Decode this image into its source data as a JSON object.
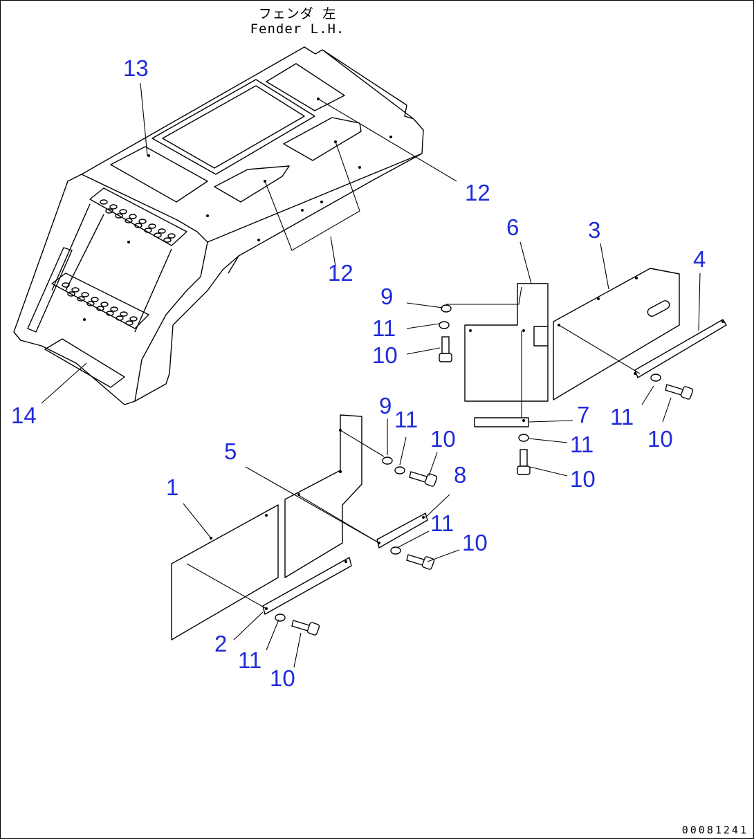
{
  "title_jp": "フェンダ 左",
  "title_en": "Fender L.H.",
  "doc_code": "00081241",
  "callout_color": "#1f2bd8",
  "callouts": {
    "c13": "13",
    "c12a": "12",
    "c12b": "12",
    "c14": "14",
    "c6": "6",
    "c3": "3",
    "c4": "4",
    "c9a": "9",
    "c11a": "11",
    "c10a": "10",
    "c11b": "11",
    "c10b": "10",
    "c7": "7",
    "c11c": "11",
    "c10c": "10",
    "c9b": "9",
    "c11d": "11",
    "c10d": "10",
    "c5": "5",
    "c8": "8",
    "c11e": "11",
    "c10e": "10",
    "c1": "1",
    "c2": "2",
    "c11f": "11",
    "c10f": "10"
  }
}
